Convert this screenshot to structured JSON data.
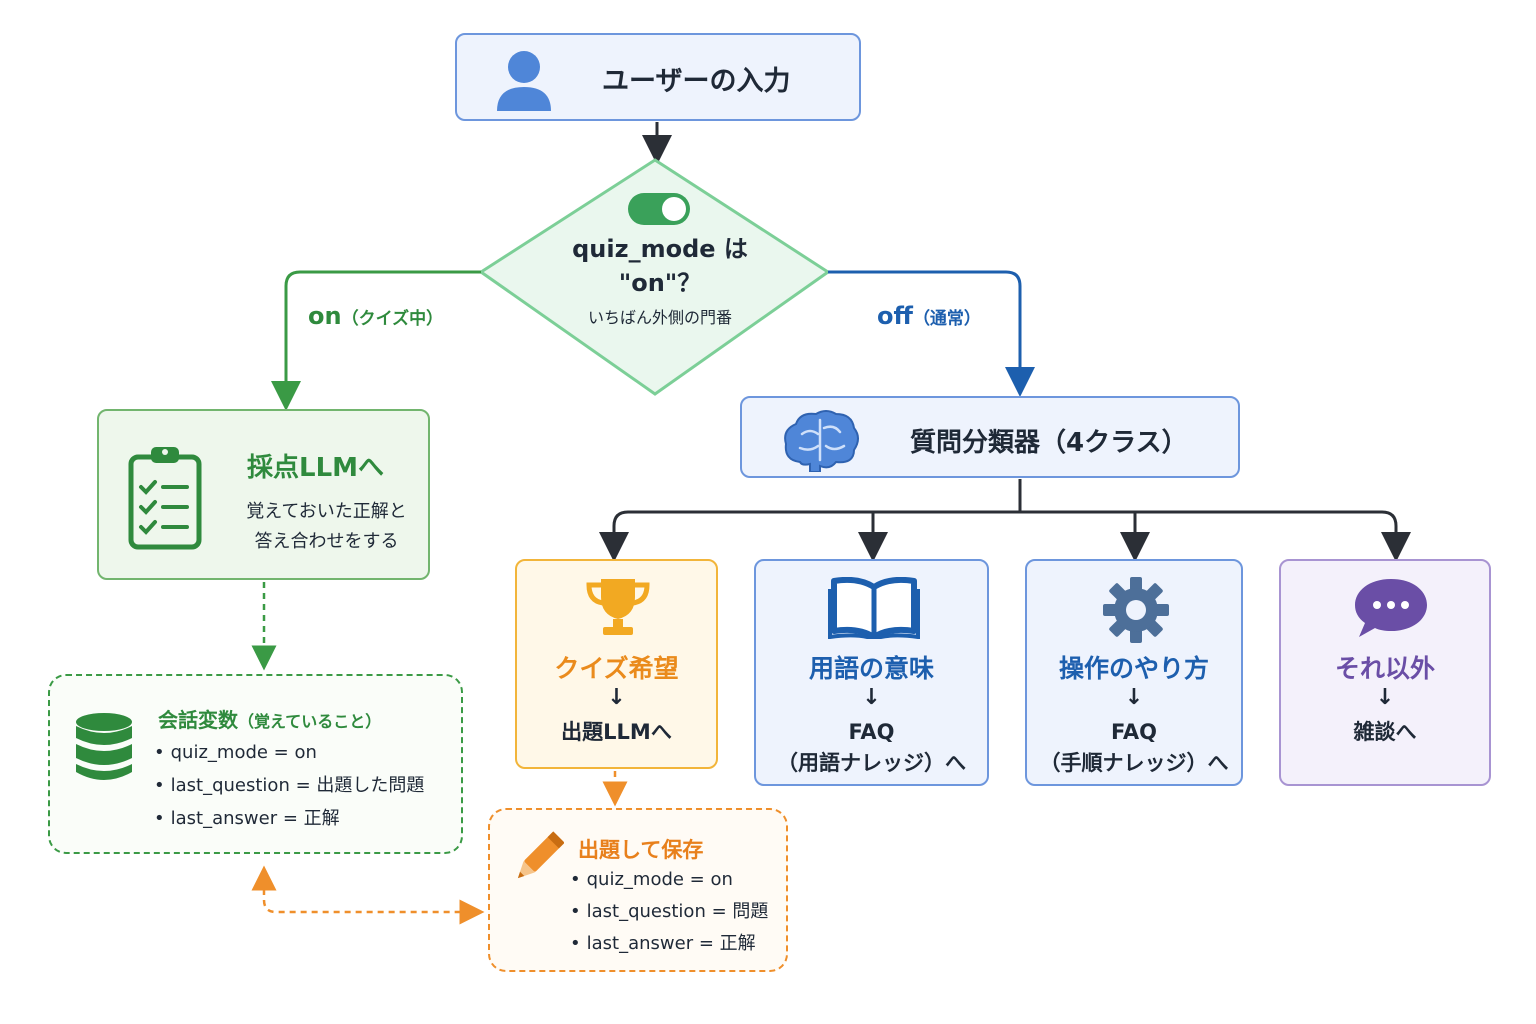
{
  "user_input": {
    "label": "ユーザーの入力",
    "icon": "user-icon"
  },
  "decision": {
    "question_line1": "quiz_mode は",
    "question_line2": "\"on\"？",
    "subtitle": "いちばん外側の門番",
    "icon": "toggle-on-icon"
  },
  "branches": {
    "on": {
      "label": "on",
      "note": "（クイズ中）"
    },
    "off": {
      "label": "off",
      "note": "（通常）"
    }
  },
  "scoring": {
    "title": "採点LLMへ",
    "desc_line1": "覚えておいた正解と",
    "desc_line2": "答え合わせをする",
    "icon": "clipboard-checklist-icon"
  },
  "classifier": {
    "label": "質問分類器（4クラス）",
    "icon": "brain-icon"
  },
  "categories": [
    {
      "title": "クイズ希望",
      "arrow": "↓",
      "dest_line1": "出題LLMへ",
      "dest_line2": "",
      "icon": "trophy-icon"
    },
    {
      "title": "用語の意味",
      "arrow": "↓",
      "dest_line1": "FAQ",
      "dest_line2": "（用語ナレッジ）へ",
      "icon": "book-icon"
    },
    {
      "title": "操作のやり方",
      "arrow": "↓",
      "dest_line1": "FAQ",
      "dest_line2": "（手順ナレッジ）へ",
      "icon": "gear-icon"
    },
    {
      "title": "それ以外",
      "arrow": "↓",
      "dest_line1": "雑談へ",
      "dest_line2": "",
      "icon": "chat-bubble-icon"
    }
  ],
  "conversation_vars": {
    "title": "会話変数",
    "note": "（覚えていること）",
    "items": [
      "quiz_mode = on",
      "last_question = 出題した問題",
      "last_answer = 正解"
    ],
    "icon": "database-icon"
  },
  "save": {
    "title": "出題して保存",
    "items": [
      "quiz_mode = on",
      "last_question = 問題",
      "last_answer = 正解"
    ],
    "icon": "pencil-icon"
  },
  "colors": {
    "green": "#2f8a3d",
    "blue": "#1d5fae",
    "orange": "#ea8b1c",
    "purple": "#6a4ea6",
    "dark": "#2b2f36"
  }
}
